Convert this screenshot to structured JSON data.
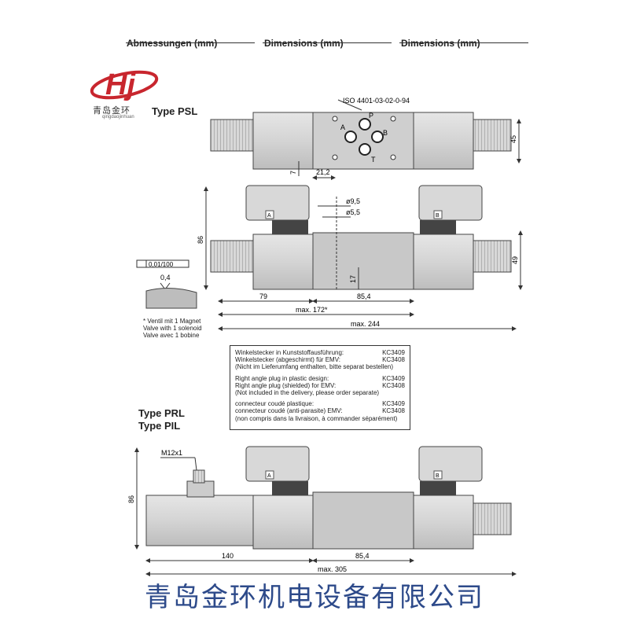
{
  "headers": [
    "Abmessungen (mm)",
    "Dimensions (mm)",
    "Dimensions (mm)"
  ],
  "logo": {
    "mark": "Hj",
    "name_cn": "青岛金环",
    "pinyin": "qingdaojinhuan",
    "color": "#c8262e"
  },
  "types": {
    "psl": "Type PSL",
    "prl": "Type PRL",
    "pil": "Type PIL"
  },
  "iso": "ISO 4401-03-02-0-94",
  "ports": {
    "a": "A",
    "b": "B",
    "p": "P",
    "t": "T"
  },
  "dims": {
    "h45": "45",
    "d7": "7",
    "d21": "21,2",
    "d95": "ø9,5",
    "d55": "ø5,5",
    "h86a": "86",
    "h49": "49",
    "h17": "17",
    "d79": "79",
    "d854a": "85,4",
    "max172": "max. 172*",
    "max244": "max. 244",
    "flat": "0,01/100",
    "rough": "0,4",
    "m12": "M12x1",
    "h86b": "86",
    "d140": "140",
    "d854b": "85,4",
    "max305": "max. 305"
  },
  "coil_letters": {
    "a": "A",
    "b": "B"
  },
  "note": [
    "* Ventil mit 1 Magnet",
    "Valve with 1 solenoid",
    "Valve avec 1 bobine"
  ],
  "info": {
    "de": [
      {
        "label": "Winkelstecker in Kunststoffausführung:",
        "code": "KC3409"
      },
      {
        "label": "Winkelstecker (abgeschirmt) für EMV:",
        "code": "KC3408"
      }
    ],
    "de_note": "(Nicht im Lieferumfang enthalten, bitte separat bestellen)",
    "en": [
      {
        "label": "Right angle plug in plastic design:",
        "code": "KC3409"
      },
      {
        "label": "Right angle plug (shielded) for EMV:",
        "code": "KC3408"
      }
    ],
    "en_note": "(Not included in the delivery, please order separate)",
    "fr": [
      {
        "label": "connecteur coudé plastique:",
        "code": "KC3409"
      },
      {
        "label": "connecteur coudé (anti-parasite)  EMV:",
        "code": "KC3408"
      }
    ],
    "fr_note": "(non compris dans la livraison, à commander séparément)"
  },
  "footer": "青岛金环机电设备有限公司"
}
